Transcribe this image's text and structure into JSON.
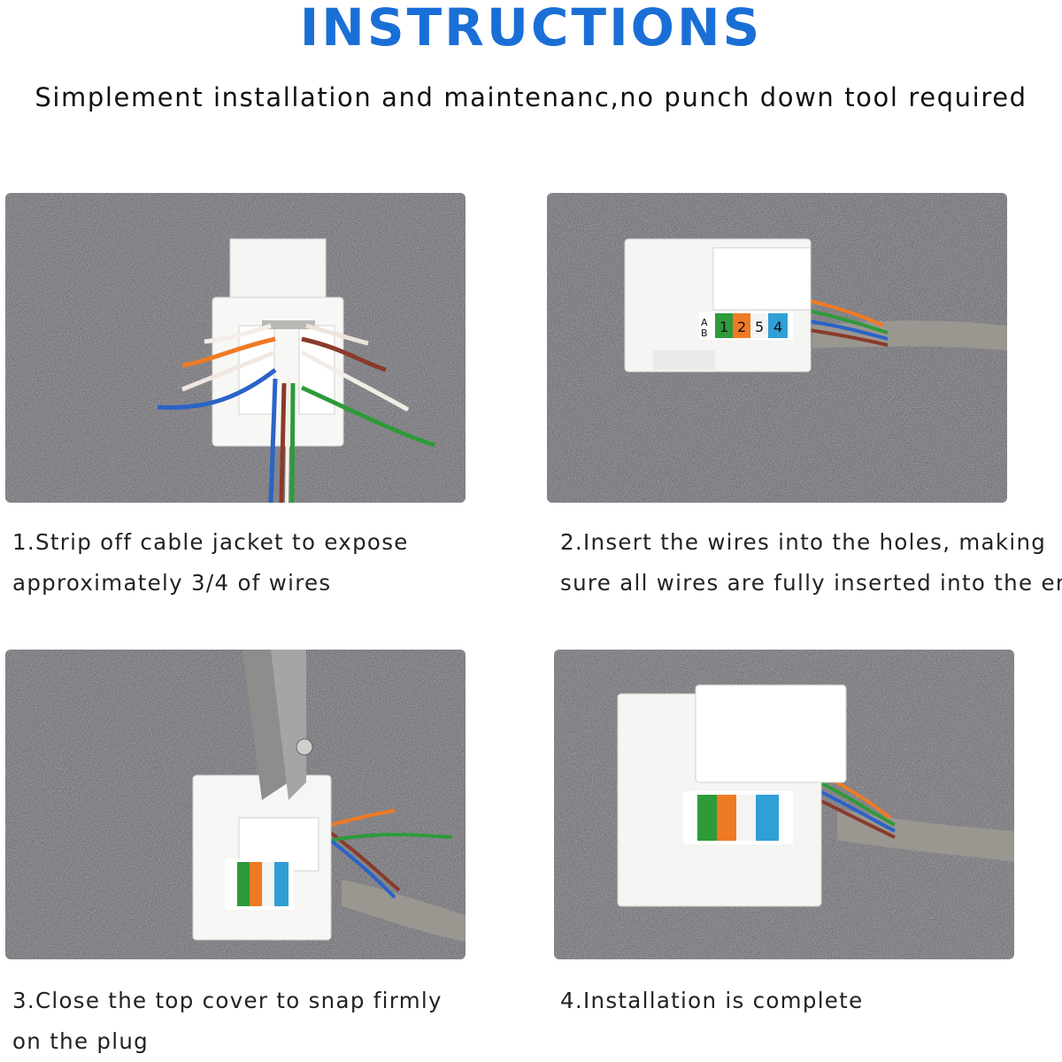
{
  "title": "INSTRUCTIONS",
  "subtitle": "Simplement installation and maintenanc,no punch down tool required",
  "colors": {
    "title": "#1a6fd6",
    "carpet": "#6b6b70",
    "jack": "#f4f4f2",
    "wire_orange": "#ef7a24",
    "wire_green": "#2e9a3a",
    "wire_blue": "#2a63c8",
    "wire_brown": "#8a3a2a",
    "cable_jacket": "#9a9690"
  },
  "label_strip": {
    "letters": [
      "A",
      "B"
    ],
    "numbers": [
      "1",
      "2",
      "5",
      "4"
    ]
  },
  "steps": [
    {
      "icon": "keystone-jack-stripped-wires-photo",
      "line1": "1.Strip off cable jacket to expose",
      "line2": "approximately 3/4 of wires"
    },
    {
      "icon": "keystone-jack-wires-inserted-photo",
      "line1": "2.Insert the wires into the holes, making",
      "line2": "sure all wires are fully inserted into the end"
    },
    {
      "icon": "keystone-jack-pliers-closing-photo",
      "line1": "3.Close the top cover to snap firmly",
      "line2": "on the plug"
    },
    {
      "icon": "keystone-jack-installed-photo",
      "line1": "4.Installation is complete",
      "line2": ""
    }
  ]
}
